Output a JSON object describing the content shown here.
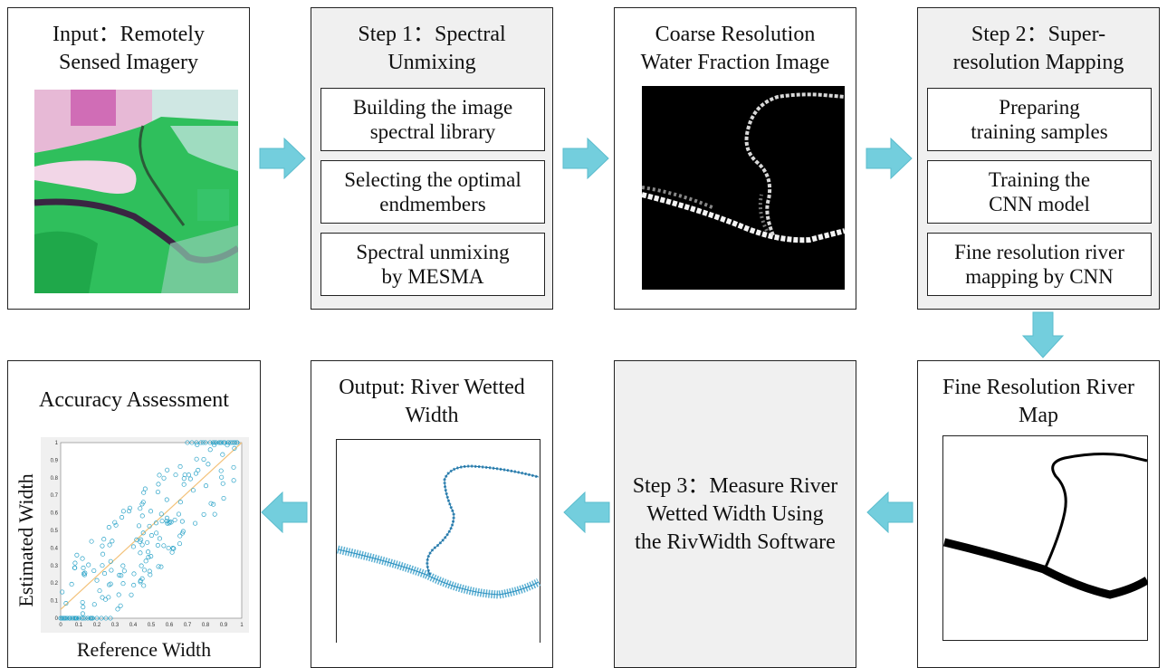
{
  "colors": {
    "arrow": "#73cedd",
    "arrow_stroke": "#5bbccd",
    "box_gray": "#f0f0f0",
    "scatter": "#2aa3c8",
    "fit_line": "#f3c27a"
  },
  "row1": {
    "input": {
      "title": "Input：Remotely\nSensed Imagery"
    },
    "step1": {
      "title": "Step 1：Spectral\nUnmixing",
      "items": [
        "Building the image\nspectral library",
        "Selecting the optimal\nendmembers",
        "Spectral unmixing\nby MESMA"
      ]
    },
    "coarse": {
      "title": "Coarse Resolution\nWater Fraction Image"
    },
    "step2": {
      "title": "Step 2：Super-\nresolution Mapping",
      "items": [
        "Preparing\ntraining samples",
        "Training the\nCNN model",
        "Fine resolution river\nmapping by CNN"
      ]
    }
  },
  "row2": {
    "accuracy": {
      "title": "Accuracy Assessment",
      "xlabel": "Reference Width",
      "ylabel": "Estimated Width"
    },
    "output": {
      "title": "Output: River Wetted\nWidth"
    },
    "step3": {
      "title": "Step 3：Measure River\nWetted Width Using\nthe RivWidth Software"
    },
    "fine": {
      "title": "Fine Resolution River\nMap"
    }
  },
  "scatter": {
    "x_ticks": [
      "0",
      "0.1",
      "0.2",
      "0.3",
      "0.4",
      "0.5",
      "0.6",
      "0.7",
      "0.8",
      "0.9",
      "1"
    ],
    "y_ticks": [
      "0",
      "0.1",
      "0.2",
      "0.3",
      "0.4",
      "0.5",
      "0.6",
      "0.7",
      "0.8",
      "0.9",
      "1"
    ]
  }
}
